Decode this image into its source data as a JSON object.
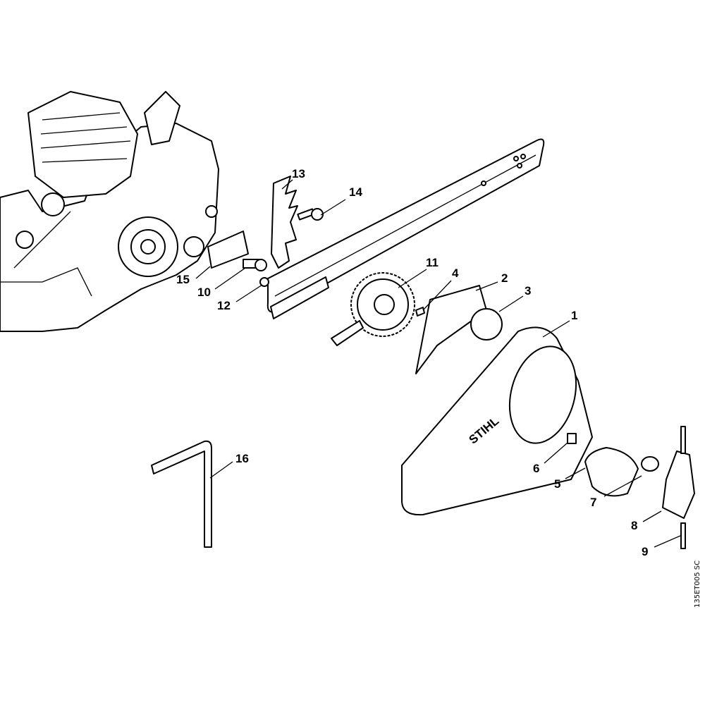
{
  "diagram": {
    "brand_logo": "STIHL",
    "drawing_code": "135ET005 SC",
    "callouts": [
      "1",
      "2",
      "3",
      "4",
      "5",
      "6",
      "7",
      "8",
      "9",
      "10",
      "11",
      "12",
      "13",
      "14",
      "15",
      "16"
    ]
  }
}
